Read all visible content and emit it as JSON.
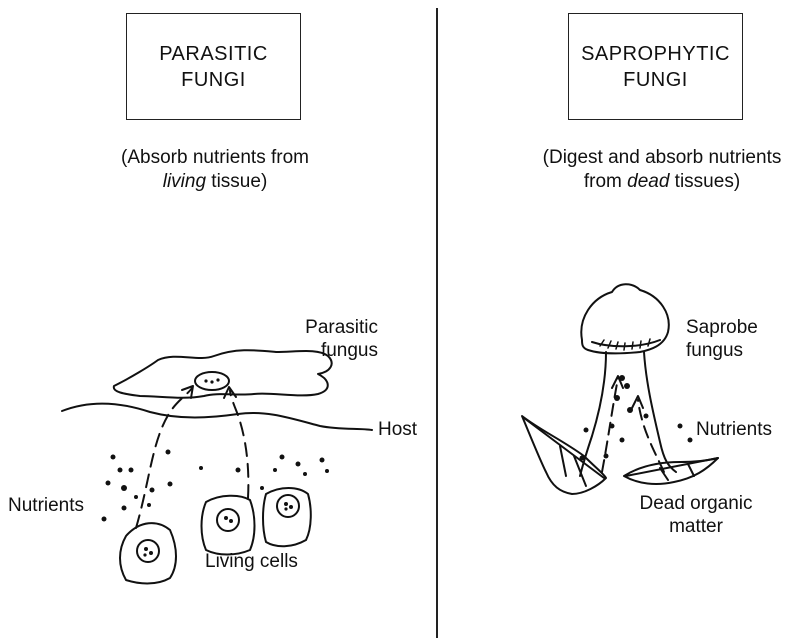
{
  "left_panel": {
    "title_line1": "PARASITIC",
    "title_line2": "FUNGI",
    "caption_line1": "(Absorb nutrients from",
    "caption_line2_em": "living",
    "caption_line2_rest": " tissue)",
    "labels": {
      "parasitic_fungus_line1": "Parasitic",
      "parasitic_fungus_line2": "fungus",
      "host": "Host",
      "nutrients": "Nutrients",
      "living_cells": "Living cells"
    }
  },
  "right_panel": {
    "title_line1": "SAPROPHYTIC",
    "title_line2": "FUNGI",
    "caption_line1": "(Digest and absorb nutrients",
    "caption_line2_pre": "from ",
    "caption_line2_em": "dead",
    "caption_line2_rest": " tissues)",
    "labels": {
      "saprobe_fungus_line1": "Saprobe",
      "saprobe_fungus_line2": "fungus",
      "nutrients": "Nutrients",
      "dead_matter_line1": "Dead organic",
      "dead_matter_line2": "matter"
    }
  }
}
